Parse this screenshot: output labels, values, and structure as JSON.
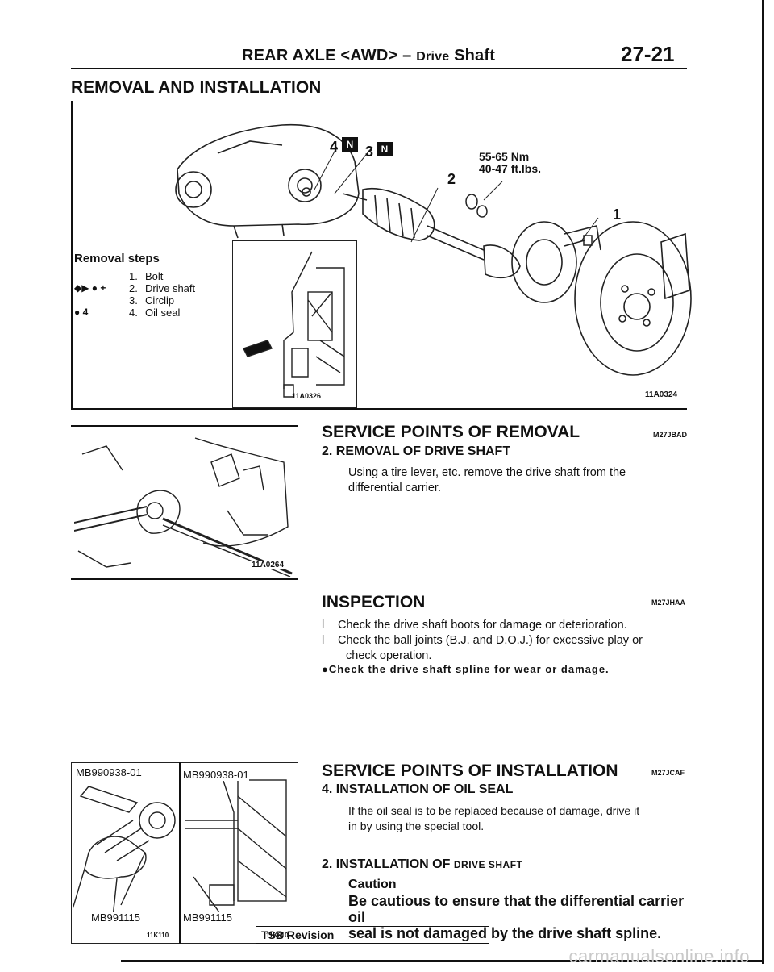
{
  "header": {
    "title_main": "REAR AXLE <AWD>",
    "title_dash": "–",
    "title_sub": "Drive",
    "title_end": "Shaft",
    "page_number": "27-21"
  },
  "section_title": "REMOVAL AND INSTALLATION",
  "diagram": {
    "callout_4": "4",
    "callout_3": "3",
    "callout_2": "2",
    "callout_1": "1",
    "badge_letter": "N",
    "torque_line1": "55-65 Nm",
    "torque_line2": "40-47 ft.lbs.",
    "inset_code": "11A0326",
    "figure_code": "11A0324"
  },
  "removal_steps": {
    "title": "Removal steps",
    "items": [
      {
        "mark": "",
        "num": "1.",
        "label": "Bolt"
      },
      {
        "mark": "◆▶ ● +",
        "num": "2.",
        "label": "Drive shaft"
      },
      {
        "mark": "",
        "num": "3.",
        "label": "Circlip"
      },
      {
        "mark": "● 4",
        "num": "4.",
        "label": "Oil seal"
      }
    ]
  },
  "photo1": {
    "code": "11A0264"
  },
  "service_removal": {
    "title": "SERVICE POINTS OF REMOVAL",
    "code": "M27JBAD",
    "sub_title": "2. REMOVAL OF DRIVE SHAFT",
    "text_line1": "Using a tire lever, etc. remove the drive shaft from the",
    "text_line2": "differential carrier."
  },
  "inspection": {
    "title": "INSPECTION",
    "code": "M27JHAA",
    "bullets": [
      {
        "mark": "l",
        "line1": "Check the drive shaft boots for damage or deterioration.",
        "line2": ""
      },
      {
        "mark": "l",
        "line1": "Check the ball joints (B.J. and D.O.J.) for excessive play or",
        "line2": "check operation."
      }
    ],
    "bold_bullet": "●Check the drive shaft spline for wear or damage."
  },
  "tools_figure": {
    "left_tool_1": "MB990938-01",
    "left_tool_2": "MB991115",
    "left_code": "11K110",
    "right_tool_1": "MB990938-01",
    "right_tool_2": "MB991115",
    "right_code": "11K610"
  },
  "service_installation": {
    "title": "SERVICE POINTS OF INSTALLATION",
    "code": "M27JCAF",
    "sub1_prefix": "4.",
    "sub1_bold": "INSTALLATION",
    "sub1_rest": "OF OIL SEAL",
    "sub1_line1": "If the oil seal is to be replaced because of damage, drive it",
    "sub1_line2": "in by using the special tool.",
    "sub2_main": "2. INSTALLATION OF",
    "sub2_small": "DRIVE SHAFT",
    "caution_title": "Caution",
    "caution_line1": "Be cautious to ensure that the differential carrier oil",
    "caution_line2": "seal is not damaged by the drive shaft spline."
  },
  "footer": {
    "tsb": "TSB Revision",
    "watermark": "carmanualsonline.info"
  }
}
